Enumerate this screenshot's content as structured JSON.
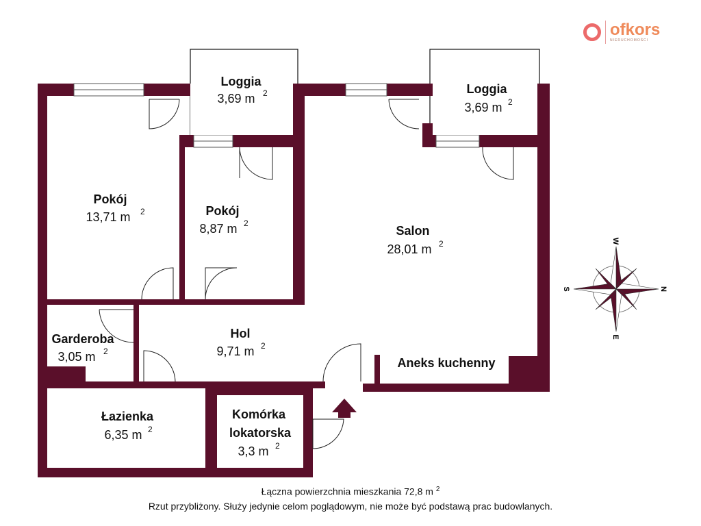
{
  "logo": {
    "brand": "ofkors",
    "tagline": "NIERUCHOMOŚCI"
  },
  "rooms": [
    {
      "name": "Loggia",
      "area": "3,69 m",
      "unit_sup": "2"
    },
    {
      "name": "Loggia",
      "area": "3,69 m",
      "unit_sup": "2"
    },
    {
      "name": "Pokój",
      "area": "13,71 m",
      "unit_sup": "2"
    },
    {
      "name": "Pokój",
      "area": "8,87 m",
      "unit_sup": "2"
    },
    {
      "name": "Salon",
      "area": "28,01 m",
      "unit_sup": "2"
    },
    {
      "name": "Garderoba",
      "area": "3,05 m",
      "unit_sup": "2"
    },
    {
      "name": "Hol",
      "area": "9,71 m",
      "unit_sup": "2"
    },
    {
      "name": "Łazienka",
      "area": "6,35 m",
      "unit_sup": "2"
    },
    {
      "name": "Komórka",
      "name2": "lokatorska",
      "area": "3,3 m",
      "unit_sup": "2"
    }
  ],
  "kitchen_label": "Aneks kuchenny",
  "compass": {
    "n": "N",
    "s": "S",
    "e": "E",
    "w": "W"
  },
  "footer": {
    "total": "Łączna powierzchnia mieszkania 72,8 m",
    "total_sup": "2",
    "disclaimer": "Rzut przybliżony. Służy jedynie celom poglądowym, nie może być podstawą prac budowlanych."
  },
  "colors": {
    "wall": "#5a0f2a",
    "logo_ring": "#ec6a6a",
    "logo_text": "#ef8a5a"
  }
}
